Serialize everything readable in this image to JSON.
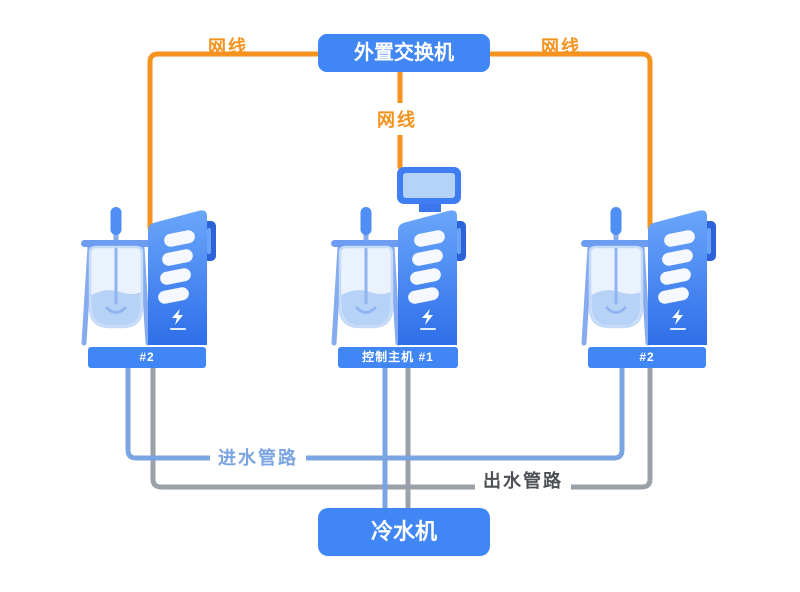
{
  "diagram": {
    "network": {
      "switch_label": "外置交换机",
      "cable_label_left": "网线",
      "cable_label_center": "网线",
      "cable_label_right": "网线"
    },
    "machines": [
      {
        "label": "#2"
      },
      {
        "label": "控制主机 #1"
      },
      {
        "label": "#2"
      }
    ],
    "pipes": {
      "inlet_label": "进水管路",
      "outlet_label": "出水管路"
    },
    "chiller_label": "冷水机",
    "colors": {
      "box_blue": "#4186f5",
      "cable_orange": "#f6921e",
      "inlet_blue": "#7ba4e2",
      "outlet_gray": "#9aa1a9",
      "machine_blue": "#3f7ef2"
    }
  }
}
